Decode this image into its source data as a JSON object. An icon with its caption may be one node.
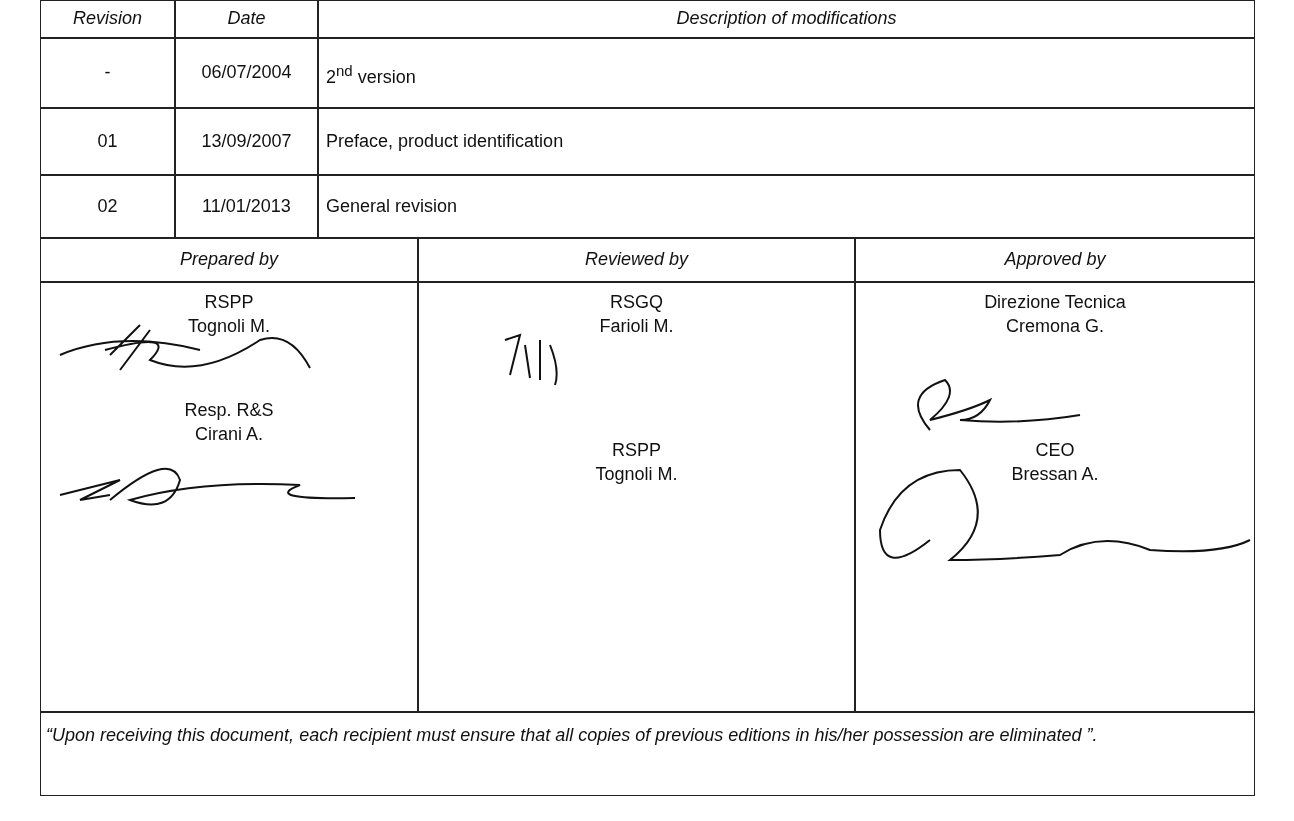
{
  "diagram": {
    "labels": [
      "Revision",
      "Date",
      "Description of modifications",
      "-",
      "06/07/2004",
      "2$^{nd}$ version",
      "01",
      "13/09/2007",
      "Preface, product identification",
      "02",
      "11/01/2013",
      "General revision",
      "Prepared by",
      "Reviewed by",
      "Approved by",
      "RSPP",
      "Tognoli M.",
      "Resp. R&S",
      "Cirani A.",
      "RSGQ",
      "Farioli M.",
      "RSPP",
      "Tognoli M.",
      "Direzione Tecnica",
      "Cremona G.",
      "CEO",
      "Bressan A.",
      "“Upon receiving this document, each recipient must ensure that all copies of previous editions in his/her possession are eliminated ”."
    ]
  }
}
